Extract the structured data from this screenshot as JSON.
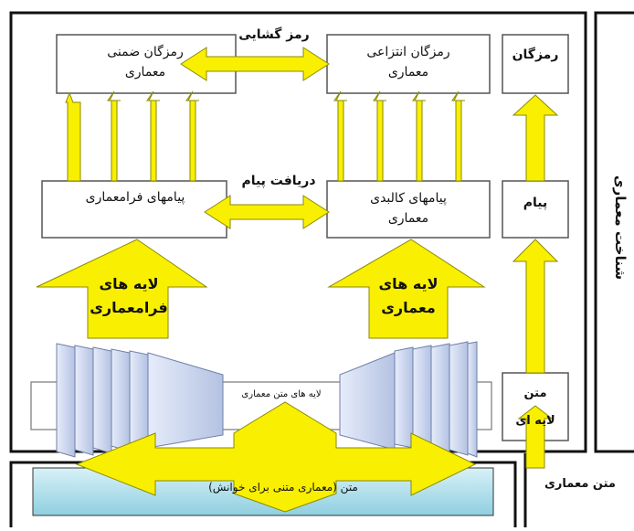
{
  "labels": {
    "decoding": "رمز گشایی",
    "code_implicit": [
      "رمزگان ضمنی",
      "معماری"
    ],
    "code_abstract": [
      "رمزگان انتزاعی",
      "معماری"
    ],
    "code": "رمزگان",
    "message_receive": "دریافت پیام",
    "meta_messages": "پیامهای فرامعماری",
    "body_messages": [
      "پیامهای کالبدی",
      "معماری"
    ],
    "message": "پیام",
    "meta_layers": [
      "لایه های",
      "فرامعماری"
    ],
    "arch_layers": [
      "لایه های",
      "معماری"
    ],
    "text_layers": "لایه های متن معماری",
    "layered_text": [
      "متن",
      "لایه ای"
    ],
    "reading_text": "متن (معماری متنی برای خوانش)",
    "architecture_text": "متن معماری",
    "side_title": "شناخت معماری"
  },
  "colors": {
    "arrow_fill": "#f9ef00",
    "arrow_stroke": "#8a8a00",
    "slab_fill": "#c9d3ec",
    "slab_stroke": "#6e7fa8",
    "reading_box": "#a9dde8",
    "frame": "#111111"
  }
}
